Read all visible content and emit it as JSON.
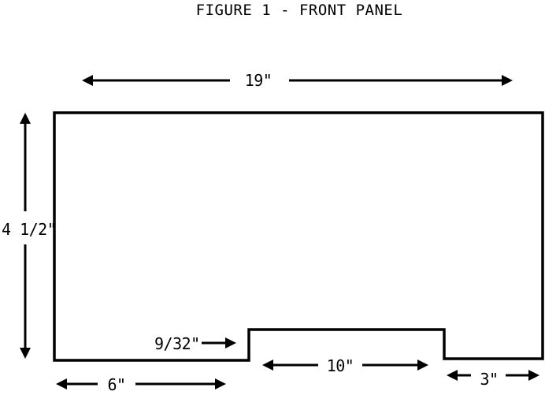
{
  "title": "FIGURE 1 - FRONT PANEL",
  "dimensions": {
    "overall_width": "19\"",
    "height": "4 1/2\"",
    "notch_depth": "9/32\"",
    "left_segment": "6\"",
    "notch_width": "10\"",
    "right_segment": "3\""
  },
  "colors": {
    "ink": "#000000",
    "background": "#ffffff"
  }
}
